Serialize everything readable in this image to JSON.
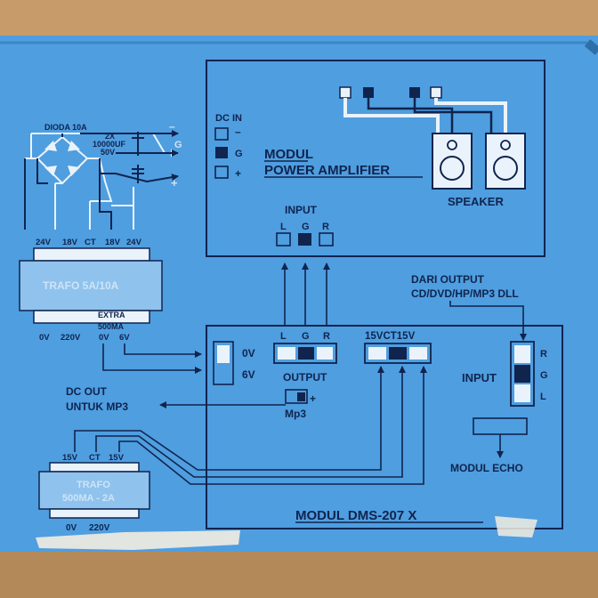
{
  "diagram": {
    "colors": {
      "panel": "#4f9ee0",
      "ink": "#10244e",
      "light": "#eaf3fb",
      "trafo": "#8fc3ee"
    },
    "power_amp": {
      "title_line1": "MODUL",
      "title_line2": "POWER AMPLIFIER",
      "dc_in_label": "DC IN",
      "minus_label": "–",
      "g_label": "G",
      "plus_label": "+",
      "input_label": "INPUT",
      "input_pins": [
        "L",
        "G",
        "R"
      ],
      "speaker_label": "SPEAKER"
    },
    "rectifier": {
      "dioda_label": "DIODA 10A",
      "cap_line1": "2X",
      "cap_line2": "10000UF",
      "cap_line3": "50V",
      "out_g_label": "G",
      "out_minus_label": "–",
      "out_plus_label": "+"
    },
    "trafo_main": {
      "label": "TRAFO 5A/10A",
      "top_taps": [
        "24V",
        "18V",
        "CT",
        "18V",
        "24V"
      ],
      "extra_line1": "EXTRA",
      "extra_line2": "500MA",
      "bottom_taps": [
        "0V",
        "220V",
        "0V",
        "6V"
      ]
    },
    "trafo_small": {
      "label_line1": "TRAFO",
      "label_line2": "500MA - 2A",
      "top_taps": [
        "15V",
        "CT",
        "15V"
      ],
      "bottom_taps": [
        "0V",
        "220V"
      ]
    },
    "dms": {
      "title": "MODUL DMS-207 X",
      "dc_0v": "0V",
      "dc_6v": "6V",
      "output_pins": [
        "L",
        "G",
        "R"
      ],
      "output_label": "OUTPUT",
      "mp3_plus": "+",
      "mp3_label": "Mp3",
      "supply_label": "15VCT15V",
      "input_label": "INPUT",
      "input_pins": [
        "R",
        "G",
        "L"
      ],
      "echo_label": "MODUL ECHO"
    },
    "source_line1": "DARI OUTPUT",
    "source_line2": "CD/DVD/HP/MP3 DLL",
    "dc_out_line1": "DC OUT",
    "dc_out_line2": "UNTUK MP3"
  }
}
